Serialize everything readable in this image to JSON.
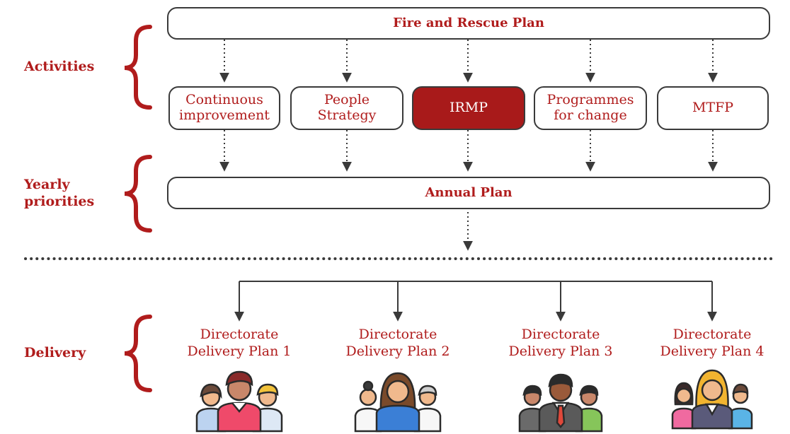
{
  "sections": {
    "activities": "Activities",
    "yearly_priorities": "Yearly\npriorities",
    "delivery": "Delivery"
  },
  "top_plan": "Fire and Rescue Plan",
  "activities": [
    {
      "label": "Continuous\nimprovement",
      "highlighted": false
    },
    {
      "label": "People\nStrategy",
      "highlighted": false
    },
    {
      "label": "IRMP",
      "highlighted": true
    },
    {
      "label": "Programmes\nfor change",
      "highlighted": false
    },
    {
      "label": "MTFP",
      "highlighted": false
    }
  ],
  "annual_plan": "Annual Plan",
  "directorate_plans": [
    "Directorate\nDelivery Plan 1",
    "Directorate\nDelivery Plan 2",
    "Directorate\nDelivery Plan 3",
    "Directorate\nDelivery Plan 4"
  ],
  "colors": {
    "accent_red": "#b01c1c",
    "highlight_fill": "#a81a1a",
    "line": "#3a3a3a"
  }
}
